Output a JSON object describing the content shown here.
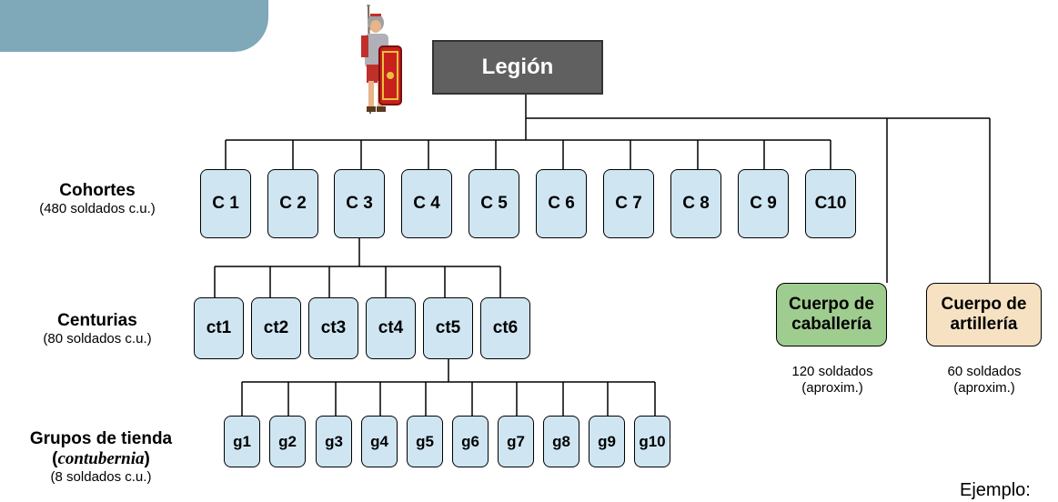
{
  "title": "Legión",
  "cohorts": {
    "label": "Cohortes",
    "sub": "(480 soldados c.u.)",
    "items": [
      "C 1",
      "C 2",
      "C 3",
      "C 4",
      "C 5",
      "C 6",
      "C 7",
      "C 8",
      "C 9",
      "C10"
    ]
  },
  "centuries": {
    "label": "Centurias",
    "sub": "(80 soldados c.u.)",
    "items": [
      "ct1",
      "ct2",
      "ct3",
      "ct4",
      "ct5",
      "ct6"
    ]
  },
  "groups": {
    "label": "Grupos de tienda",
    "label2_open": "(",
    "label2_italic": "contubernia",
    "label2_close": ")",
    "sub": "(8 soldados c.u.)",
    "items": [
      "g1",
      "g2",
      "g3",
      "g4",
      "g5",
      "g6",
      "g7",
      "g8",
      "g9",
      "g10"
    ]
  },
  "cavalry": {
    "line1": "Cuerpo de",
    "line2": "caballería",
    "note1": "120 soldados",
    "note2": "(aproxim.)",
    "color": "#9fcc8f"
  },
  "artillery": {
    "line1": "Cuerpo de",
    "line2": "artillería",
    "note1": "60 soldados",
    "note2": "(aproxim.)",
    "color": "#f6e2c2"
  },
  "example": "Ejemplo:",
  "colors": {
    "box": "#cfe6f2",
    "legion": "#606060",
    "tab": "#7fa8b8"
  }
}
